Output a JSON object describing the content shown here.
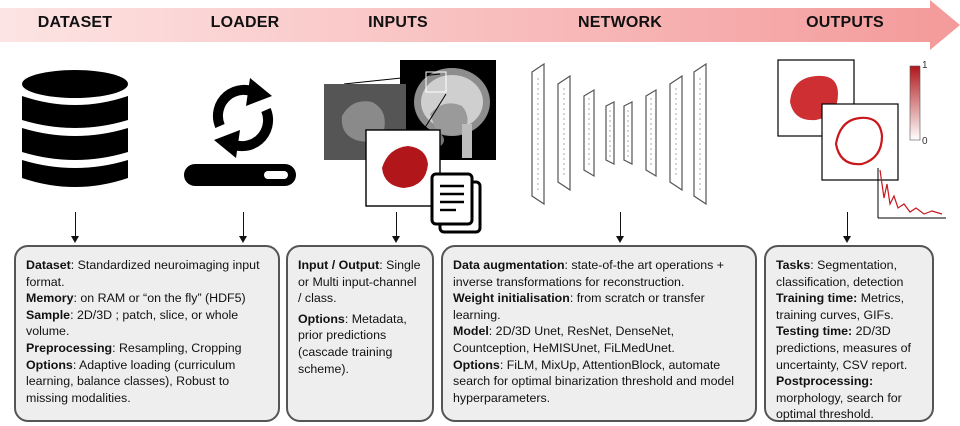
{
  "stages": [
    {
      "title": "DATASET"
    },
    {
      "title": "LOADER"
    },
    {
      "title": "INPUTS"
    },
    {
      "title": "NETWORK"
    },
    {
      "title": "OUTPUTS"
    }
  ],
  "icons": {
    "dataset": "database-icon",
    "loader": "sync-loader-icon",
    "inputs": "mri-slices-icon",
    "network": "unet-architecture-icon",
    "outputs": "segmentation-outputs-icon"
  },
  "colorbar": {
    "max": "1",
    "min": "0"
  },
  "colors": {
    "banner": "#f4a0a0",
    "accent": "#c0181c",
    "box_bg": "#eeeeee",
    "box_border": "#555555"
  },
  "boxes": {
    "dataset": [
      {
        "label": "Dataset",
        "text": ": Standardized neuroimaging input format."
      },
      {
        "label": "Memory",
        "text": ": on RAM or “on the fly” (HDF5)"
      },
      {
        "label": "Sample",
        "text": ": 2D/3D ; patch, slice, or whole volume."
      },
      {
        "label": "Preprocessing",
        "text": ": Resampling, Cropping"
      },
      {
        "label": "Options",
        "text": ": Adaptive loading (curriculum learning, balance classes), Robust to missing modalities."
      }
    ],
    "inputs": [
      {
        "label": "Input / Output",
        "text": ": Single or Multi input-channel / class."
      },
      {
        "label": "Options",
        "text": ": Metadata, prior predictions (cascade training scheme)."
      }
    ],
    "network": [
      {
        "label": "Data augmentation",
        "text": ": state-of-the art operations + inverse transformations for reconstruction."
      },
      {
        "label": "Weight initialisation",
        "text": ": from scratch or transfer learning."
      },
      {
        "label": "Model",
        "text": ": 2D/3D Unet, ResNet, DenseNet, Countception, HeMISUnet, FiLMedUnet."
      },
      {
        "label": "Options",
        "text": ": FiLM, MixUp, AttentionBlock, automate search for optimal binarization threshold and model hyperparameters."
      }
    ],
    "outputs": [
      {
        "label": "Tasks",
        "text": ": Segmentation, classification, detection"
      },
      {
        "label": "Training time:",
        "text": " Metrics, training curves, GIFs."
      },
      {
        "label": "Testing time:",
        "text": " 2D/3D predictions, measures of uncertainty, CSV report."
      },
      {
        "label": "Postprocessing:",
        "text": " morphology, search for optimal threshold."
      }
    ]
  }
}
